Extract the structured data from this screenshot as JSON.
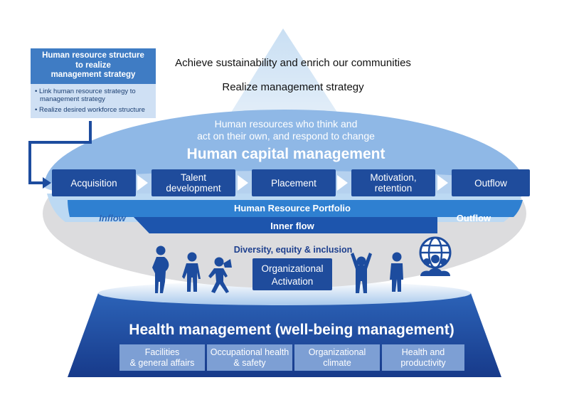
{
  "top": {
    "line1": "Achieve sustainability and enrich our communities",
    "line2": "Realize management strategy"
  },
  "hr_structure": {
    "title": "Human resource structure to realize management strategy",
    "title_lines": [
      "Human resource structure",
      "to realize",
      "management strategy"
    ],
    "bullets": [
      "• Link human resource strategy to management strategy",
      "• Realize desired workforce structure"
    ]
  },
  "capital": {
    "subtitle_lines": [
      "Human resources who think and",
      "act on their own, and respond to change"
    ],
    "title": "Human capital management"
  },
  "steps": [
    {
      "lines": [
        "Acquisition"
      ]
    },
    {
      "lines": [
        "Talent",
        "development"
      ]
    },
    {
      "lines": [
        "Placement"
      ]
    },
    {
      "lines": [
        "Motivation,",
        "retention"
      ]
    },
    {
      "lines": [
        "Outflow"
      ]
    }
  ],
  "portfolio": {
    "title": "Human Resource Portfolio",
    "inflow": "Inflow",
    "inner_flow": "Inner flow",
    "outflow": "Outflow"
  },
  "activation": {
    "dei": "Diversity, equity & inclusion",
    "box_lines": [
      "Organizational",
      "Activation"
    ]
  },
  "health": {
    "title": "Health management (well-being management)",
    "boxes": [
      {
        "lines": [
          "Facilities",
          "& general affairs"
        ]
      },
      {
        "lines": [
          "Occupational health",
          "& safety"
        ]
      },
      {
        "lines": [
          "Organizational",
          "climate"
        ]
      },
      {
        "lines": [
          "Health and",
          "productivity"
        ]
      }
    ]
  },
  "colors": {
    "navy": "#1d3f8e",
    "blue": "#2e6cc0",
    "light_blue": "#bcd6ef",
    "gray": "#d9d9da",
    "text_dark": "#1a1a1a"
  },
  "icons": [
    "pregnant-woman-icon",
    "businessman-icon",
    "megaphone-person-icon",
    "cheering-person-icon",
    "person-in-suit-icon",
    "globe-people-icon"
  ]
}
